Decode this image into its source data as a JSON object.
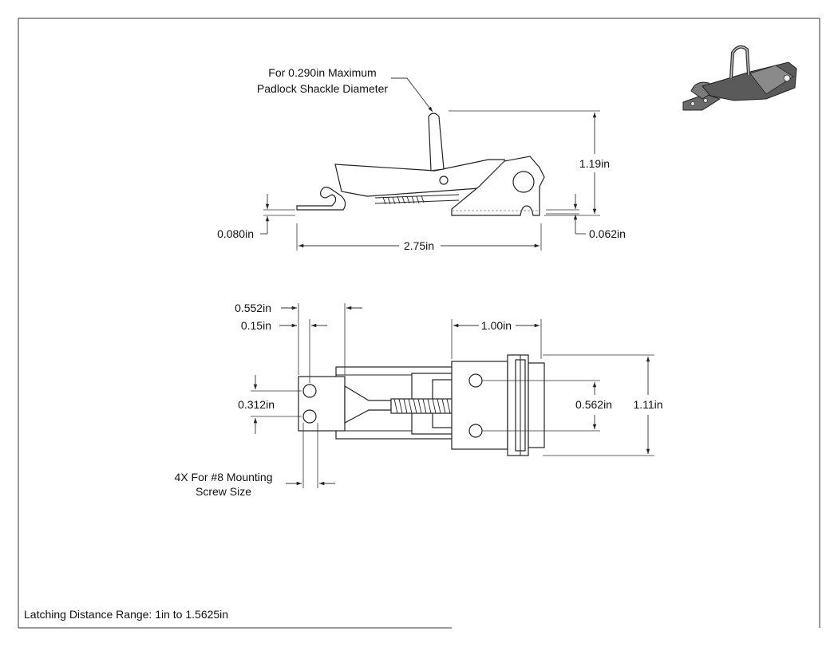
{
  "drawing": {
    "note_shackle_line1": "For 0.290in Maximum",
    "note_shackle_line2": "Padlock Shackle Diameter",
    "dim_height_total": "1.19in",
    "dim_base_thickness": "0.080in",
    "dim_overall_length": "2.75in",
    "dim_plate_thickness": "0.062in",
    "dim_bracket_width": "0.552in",
    "dim_hole_edge": "0.15in",
    "dim_hole_spacing_left": "0.312in",
    "dim_keeper_length": "1.00in",
    "dim_hole_spacing_right": "0.562in",
    "dim_width_total": "1.11in",
    "note_screw_line1": "4X For #8 Mounting",
    "note_screw_line2": "Screw Size",
    "footer_note": "Latching Distance Range: 1in to 1.5625in"
  },
  "colors": {
    "line": "#222222",
    "render_body": "#5a5a5a"
  }
}
